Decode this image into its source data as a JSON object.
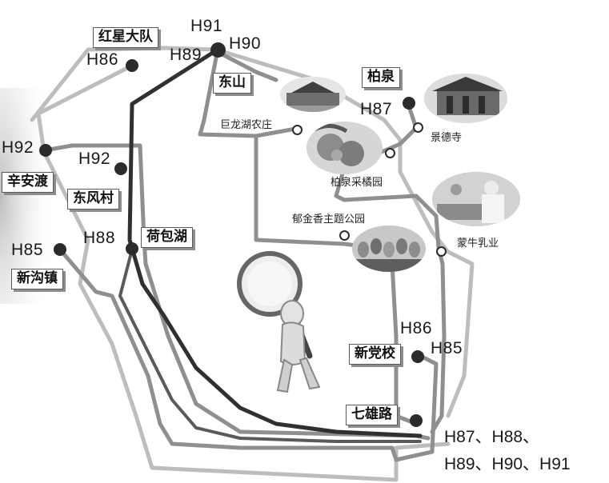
{
  "route_codes": {
    "h91": "H91",
    "h90": "H90",
    "h89": "H89",
    "h86_top": "H86",
    "h92_left": "H92",
    "h92_mid": "H92",
    "h88": "H88",
    "h85_left": "H85",
    "h87_top": "H87",
    "h86_right": "H86",
    "h85_right": "H85"
  },
  "stations": {
    "hongxing": "红星大队",
    "dongshan": "东山",
    "xinandu": "辛安渡",
    "dongfengcun": "东风村",
    "hebaohu": "荷包湖",
    "xingouzhen": "新沟镇",
    "baiquan": "柏泉",
    "xindangxiao": "新党校",
    "qixionglu": "七雄路"
  },
  "pois": {
    "julonghu": "巨龙湖农庄",
    "jingdesi": "景德寺",
    "baiquan_orchard": "柏泉采橘园",
    "yujinxiang": "郁金香主题公园",
    "mengniu": "蒙牛乳业"
  },
  "terminal_routes": {
    "line1": "H87、H88、",
    "line2": "H89、H90、H91"
  },
  "colors": {
    "route_dark": "#303030",
    "route_mid": "#8f8f8f",
    "route_light": "#b9b9b9",
    "dot": "#2b2b2b"
  }
}
